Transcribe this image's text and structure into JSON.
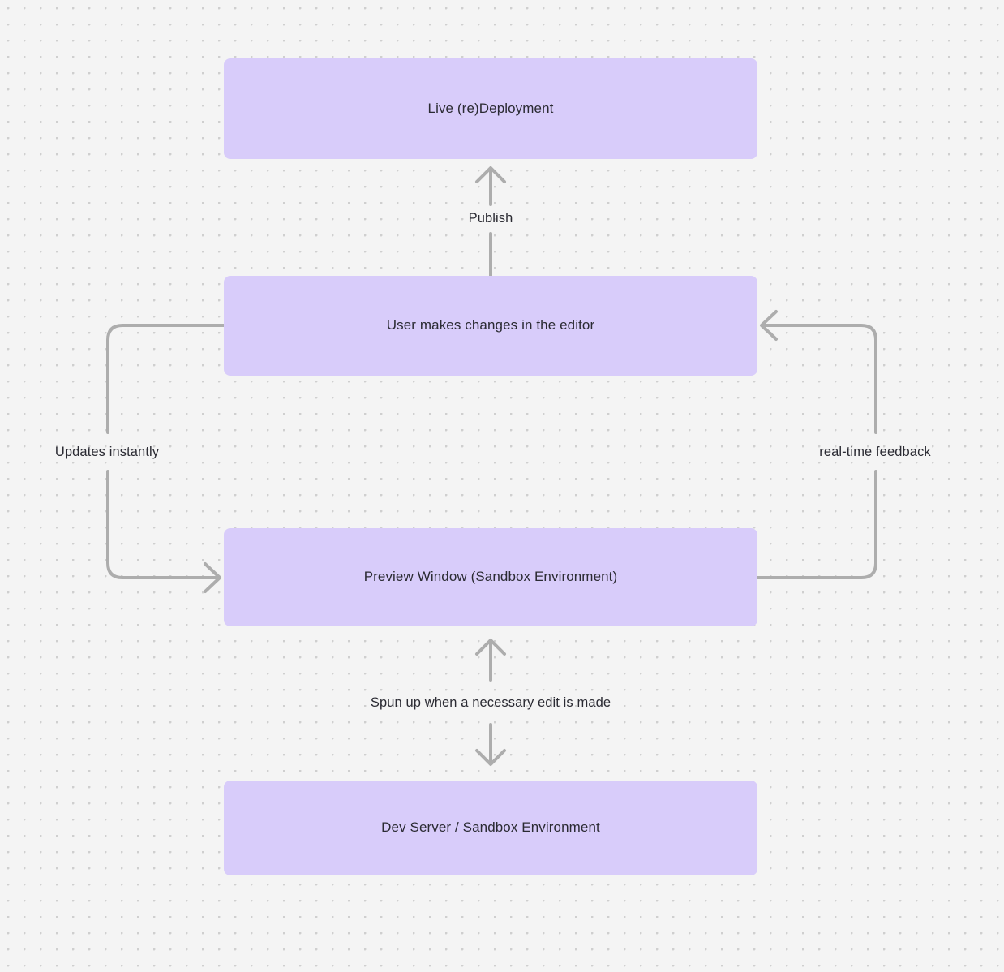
{
  "diagram": {
    "type": "flowchart",
    "background_color": "#f4f4f4",
    "grid": "dot-grid",
    "node_fill_color": "#d8ccfa",
    "edge_color": "#adadad",
    "text_color": "#2b2b33",
    "nodes": [
      {
        "id": "live-deployment",
        "label": "Live (re)Deployment"
      },
      {
        "id": "user-editor",
        "label": "User makes changes in the editor"
      },
      {
        "id": "preview-window",
        "label": "Preview Window (Sandbox Environment)"
      },
      {
        "id": "dev-server",
        "label": "Dev Server / Sandbox Environment"
      }
    ],
    "edges": [
      {
        "id": "publish",
        "label": "Publish",
        "from": "user-editor",
        "to": "live-deployment",
        "direction": "up"
      },
      {
        "id": "updates-instantly",
        "label": "Updates instantly",
        "from": "user-editor",
        "to": "preview-window",
        "direction": "left-loop"
      },
      {
        "id": "real-time-feedback",
        "label": "real-time feedback",
        "from": "preview-window",
        "to": "user-editor",
        "direction": "right-loop"
      },
      {
        "id": "spun-up",
        "label": "Spun up when a necessary edit is made",
        "from": "dev-server",
        "to": "preview-window",
        "direction": "bidirectional"
      }
    ]
  }
}
